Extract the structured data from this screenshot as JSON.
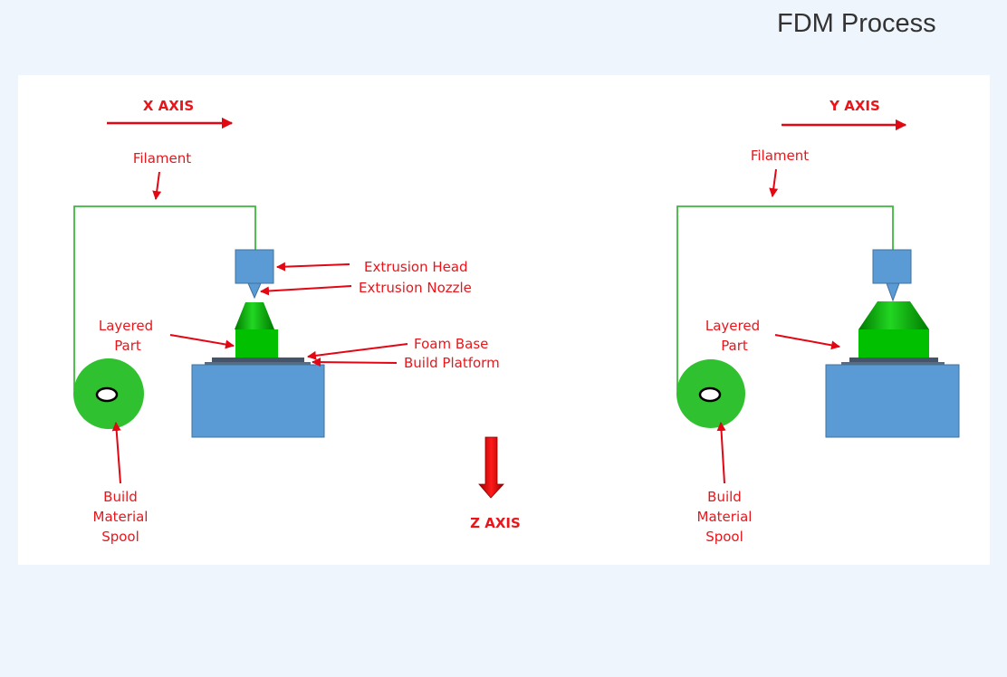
{
  "title": "FDM Process",
  "colors": {
    "label_red": "#e8161b",
    "arrow_red": "#e30613",
    "filament_green": "#3cb83c",
    "spool_green": "#2fc12f",
    "part_green": "#00c000",
    "blue": "#5b9bd5",
    "blue_border": "#41719c",
    "platform": "#44546a",
    "panel_bg": "#ffffff",
    "page_bg": "#eef5fd"
  },
  "left_view": {
    "axis": "X AXIS",
    "filament": "Filament",
    "extrusion_head": "Extrusion Head",
    "extrusion_nozzle": "Extrusion Nozzle",
    "layered_part": [
      "Layered",
      "Part"
    ],
    "foam_base": "Foam Base",
    "build_platform": "Build Platform",
    "spool": [
      "Build",
      "Material",
      "Spool"
    ]
  },
  "center": {
    "axis": "Z AXIS"
  },
  "right_view": {
    "axis": "Y AXIS",
    "filament": "Filament",
    "layered_part": [
      "Layered",
      "Part"
    ],
    "spool": [
      "Build",
      "Material",
      "Spool"
    ]
  }
}
